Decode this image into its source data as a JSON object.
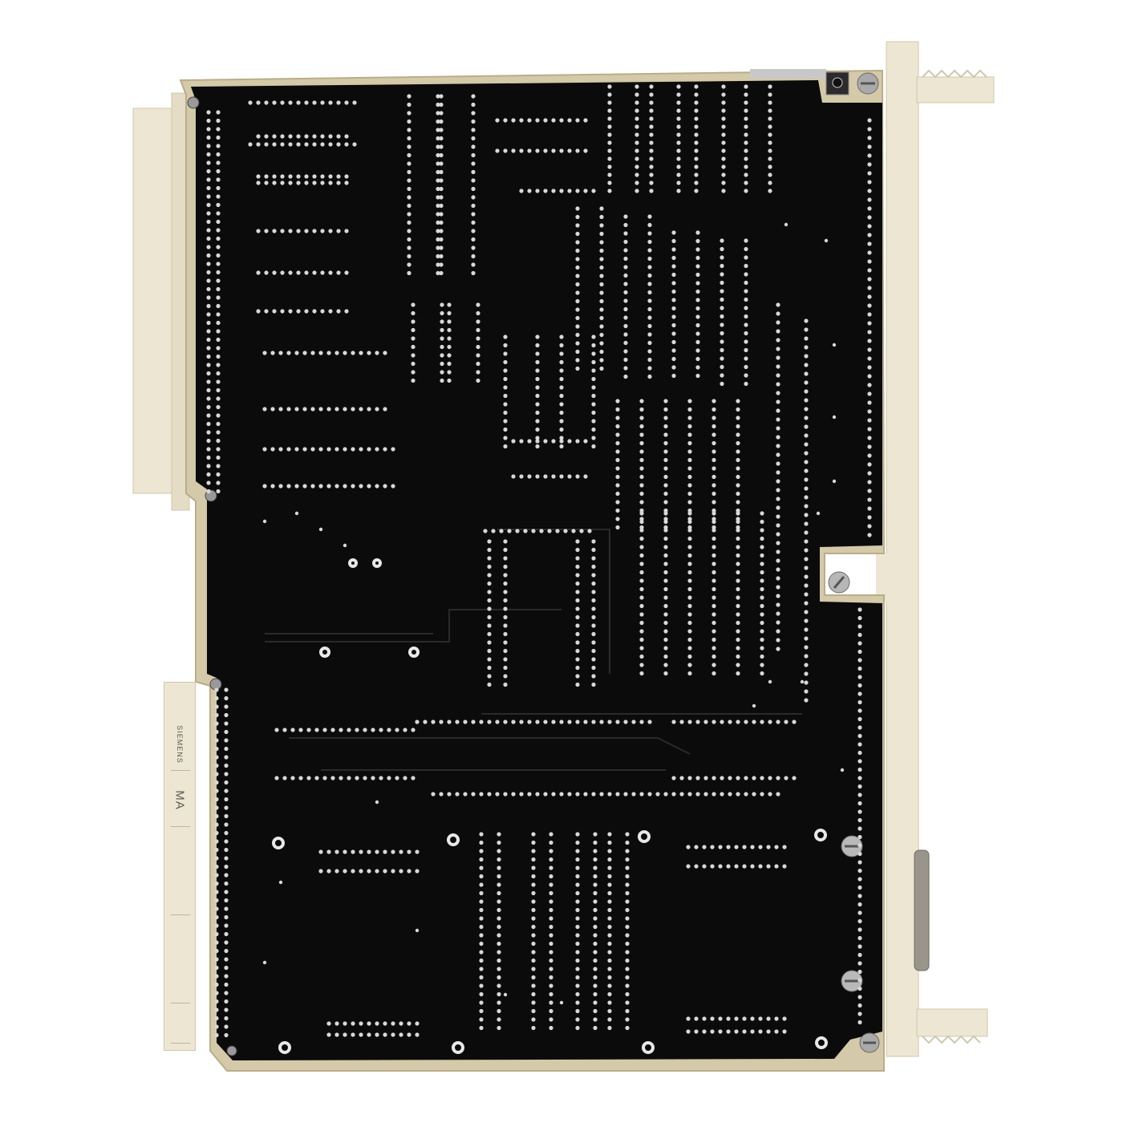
{
  "photo": {
    "subject": "circuit-board-module",
    "colors": {
      "background": "#ffffff",
      "pcb": "#0b0b0b",
      "plastic": "#ece6d2",
      "solder": "#d8d8d8",
      "screw": "#b7b7b7"
    }
  },
  "label": {
    "brand": "SIEMENS",
    "code": "MA"
  }
}
